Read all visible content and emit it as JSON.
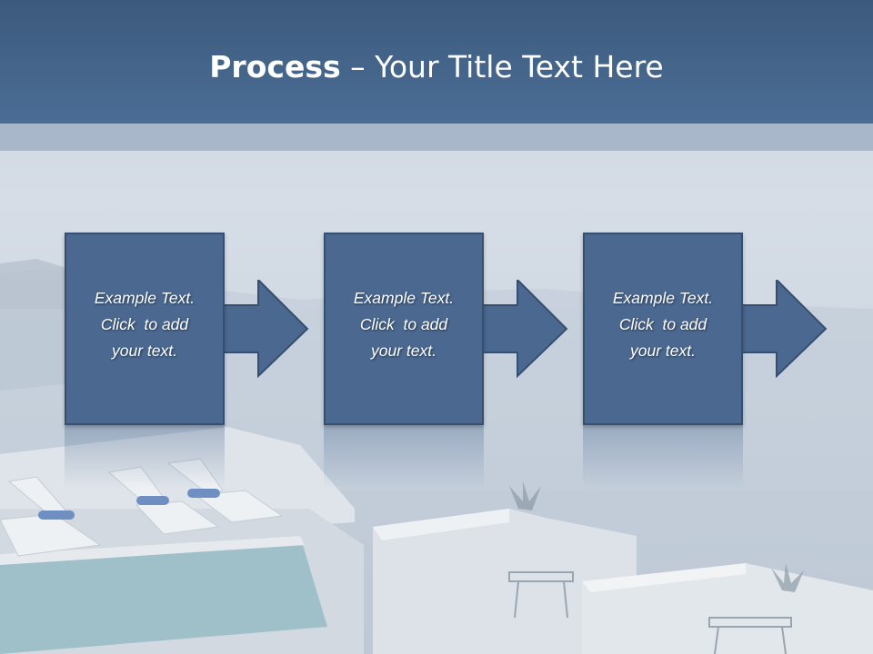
{
  "slide": {
    "title_bold": "Process",
    "title_rest": " – Your Title Text Here"
  },
  "process": {
    "steps": [
      {
        "line1": "Example Text.",
        "line2": "Click  to add",
        "line3": "your text."
      },
      {
        "line1": "Example Text.",
        "line2": "Click  to add",
        "line3": "your text."
      },
      {
        "line1": "Example Text.",
        "line2": "Click  to add",
        "line3": "your text."
      }
    ],
    "connector_icon": "right-arrow-icon"
  },
  "colors": {
    "header": "#4a6890",
    "box_fill": "#4a6890",
    "box_border": "#364f70",
    "text": "#ffffff"
  }
}
